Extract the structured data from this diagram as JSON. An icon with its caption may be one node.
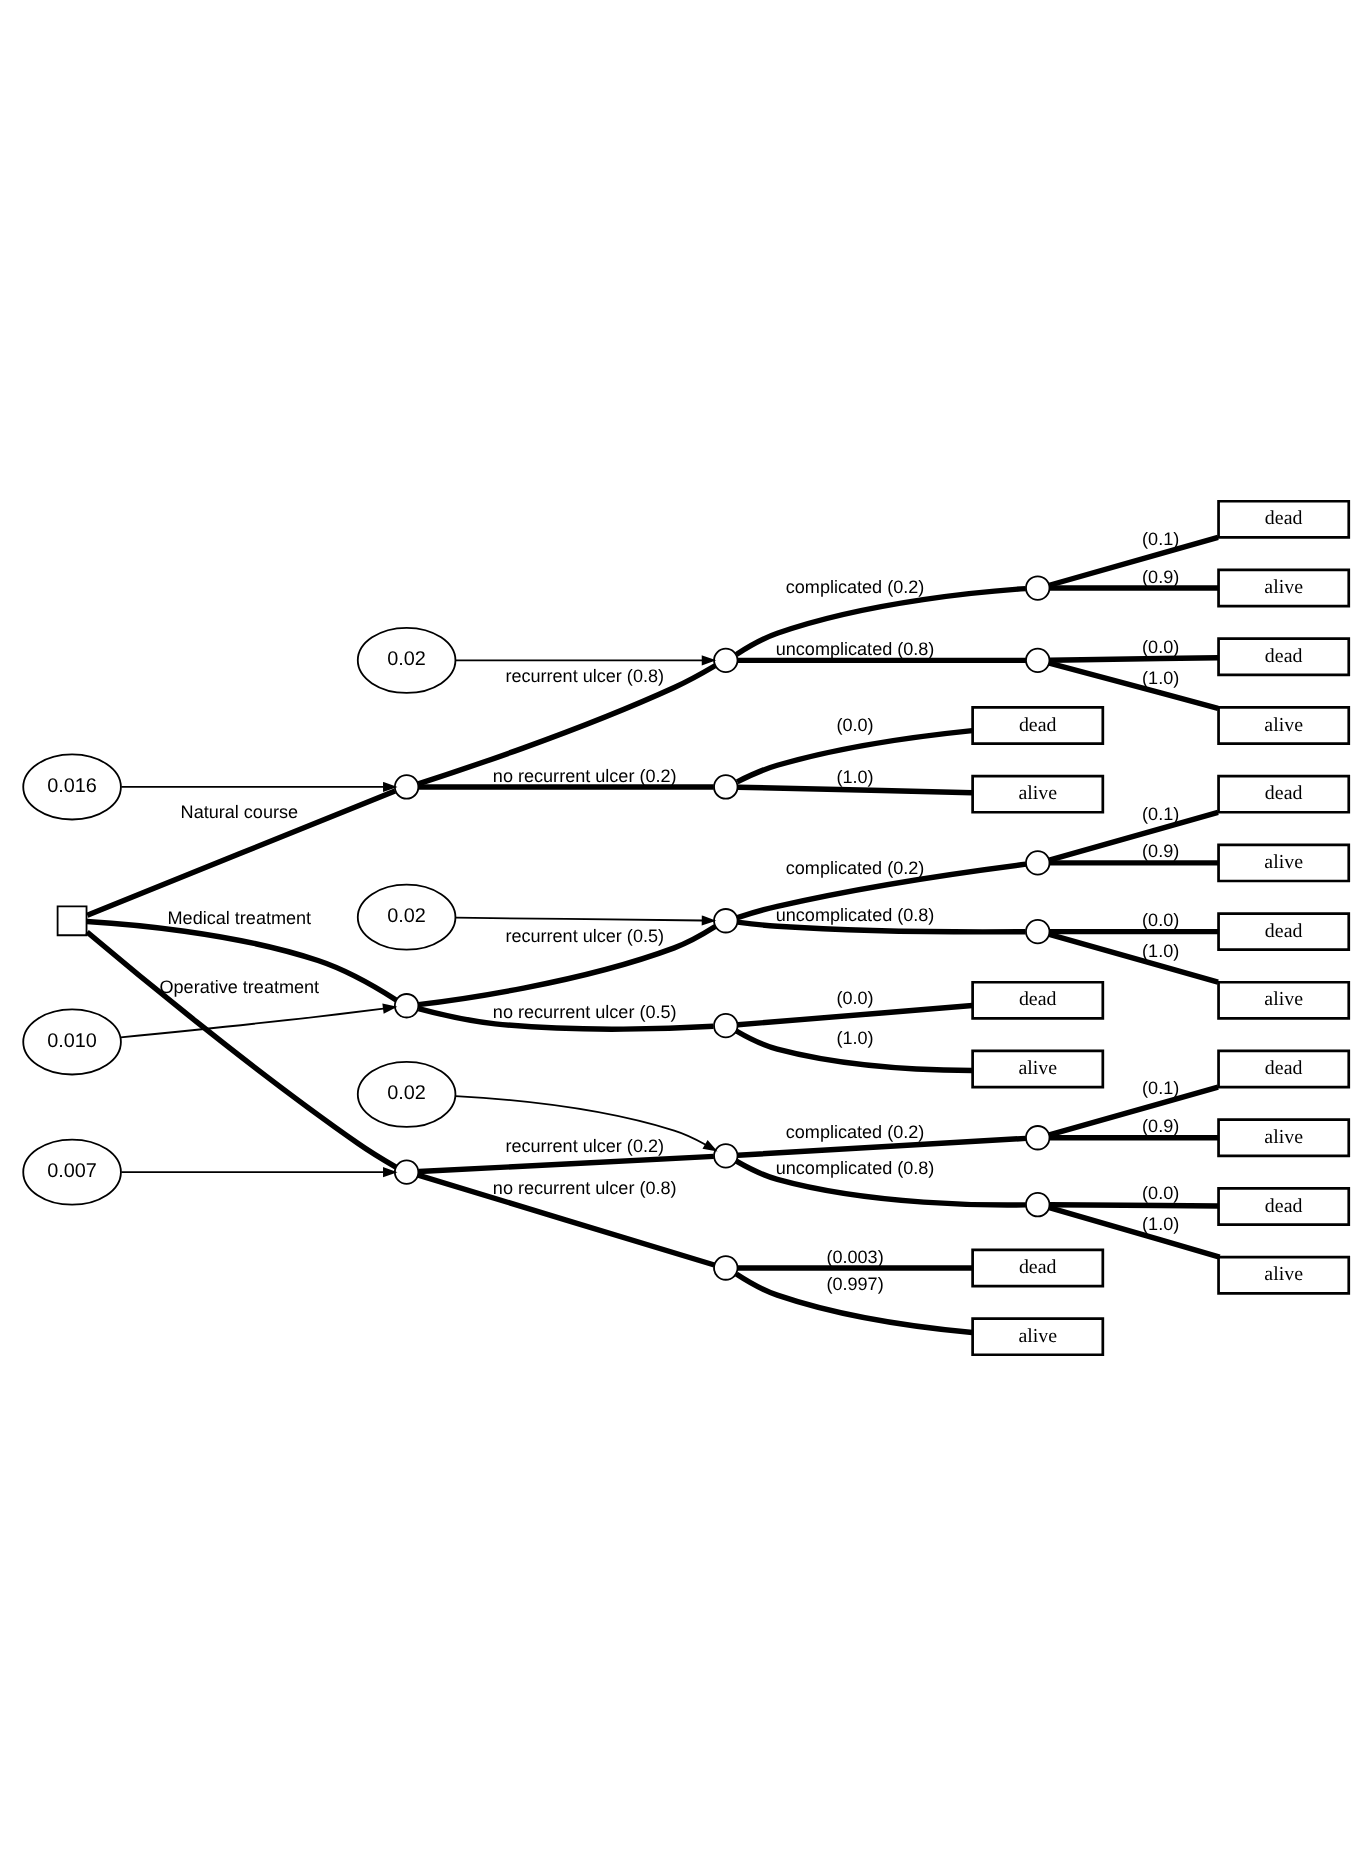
{
  "diagram": {
    "nodes": [
      {
        "text": [],
        "shape": "box"
      },
      {
        "text": [
          "0.016"
        ]
      },
      {
        "text": [],
        "shape": "circle"
      },
      {
        "text": [
          "0.02"
        ]
      },
      {
        "text": [],
        "shape": "circle"
      },
      {
        "text": [],
        "shape": "circle"
      },
      {
        "text": [
          "dead"
        ]
      },
      {
        "text": [
          "alive"
        ]
      },
      {
        "text": [],
        "shape": "circle"
      },
      {
        "text": [
          "dead"
        ]
      },
      {
        "text": [
          "alive"
        ]
      },
      {
        "text": [],
        "shape": "circle"
      },
      {
        "text": [
          "dead"
        ]
      },
      {
        "text": [
          "alive"
        ]
      },
      {
        "text": [
          "0.010"
        ]
      },
      {
        "text": [],
        "shape": "circle"
      },
      {
        "text": [
          "0.02"
        ]
      },
      {
        "text": [],
        "shape": "circle"
      },
      {
        "text": [],
        "shape": "circle"
      },
      {
        "text": [
          "dead"
        ]
      },
      {
        "text": [
          "alive"
        ]
      },
      {
        "text": [],
        "shape": "circle"
      },
      {
        "text": [
          "dead"
        ]
      },
      {
        "text": [
          "alive"
        ]
      },
      {
        "text": [],
        "shape": "circle"
      },
      {
        "text": [
          "dead"
        ]
      },
      {
        "text": [
          "alive"
        ]
      },
      {
        "text": [
          "0.007"
        ]
      },
      {
        "text": [],
        "shape": "circle"
      },
      {
        "text": [
          "0.02"
        ]
      },
      {
        "text": [],
        "shape": "circle"
      },
      {
        "text": [],
        "shape": "circle"
      },
      {
        "text": [
          "dead"
        ]
      },
      {
        "text": [
          "alive"
        ]
      },
      {
        "text": [],
        "shape": "circle"
      },
      {
        "text": [
          "dead"
        ]
      },
      {
        "text": [
          "alive"
        ]
      },
      {
        "text": [],
        "shape": "circle"
      },
      {
        "text": [
          "dead"
        ]
      },
      {
        "text": [
          "alive"
        ]
      }
    ],
    "edges": [
      {
        "from": 0,
        "to": 2,
        "arrow": "none",
        "label": "Natural course"
      },
      {
        "from": 1,
        "to": 2,
        "arrow": "to"
      },
      {
        "from": 2,
        "to": 4,
        "arrow": "none",
        "label": "recurrent ulcer (0.8)"
      },
      {
        "from": 3,
        "to": 4,
        "arrow": "to"
      },
      {
        "from": 4,
        "to": 5,
        "arrow": "none",
        "label": "complicated (0.2)"
      },
      {
        "from": 5,
        "to": 6,
        "arrow": "none",
        "label": "(0.1)"
      },
      {
        "from": 5,
        "to": 7,
        "arrow": "none",
        "label": "(0.9)"
      },
      {
        "from": 4,
        "to": 8,
        "arrow": "none",
        "label": "uncomplicated (0.8)"
      },
      {
        "from": 8,
        "to": 9,
        "arrow": "none",
        "label": "(0.0)"
      },
      {
        "from": 8,
        "to": 10,
        "arrow": "none",
        "label": "(1.0)"
      },
      {
        "from": 2,
        "to": 11,
        "arrow": "none",
        "label": "no recurrent ulcer (0.2)"
      },
      {
        "from": 11,
        "to": 12,
        "arrow": "none",
        "label": "(0.0)"
      },
      {
        "from": 11,
        "to": 13,
        "arrow": "none",
        "label": "(1.0)"
      },
      {
        "from": 0,
        "to": 15,
        "arrow": "none",
        "label": "Medical treatment"
      },
      {
        "from": 14,
        "to": 15,
        "arrow": "to"
      },
      {
        "from": 15,
        "to": 17,
        "arrow": "none",
        "label": "recurrent ulcer (0.5)"
      },
      {
        "from": 16,
        "to": 17,
        "arrow": "to"
      },
      {
        "from": 17,
        "to": 18,
        "arrow": "none",
        "label": "complicated (0.2)"
      },
      {
        "from": 18,
        "to": 19,
        "arrow": "none",
        "label": "(0.1)"
      },
      {
        "from": 18,
        "to": 20,
        "arrow": "none",
        "label": "(0.9)"
      },
      {
        "from": 17,
        "to": 21,
        "arrow": "none",
        "label": "uncomplicated (0.8)"
      },
      {
        "from": 21,
        "to": 22,
        "arrow": "none",
        "label": "(0.0)"
      },
      {
        "from": 21,
        "to": 23,
        "arrow": "none",
        "label": "(1.0)"
      },
      {
        "from": 15,
        "to": 24,
        "arrow": "none",
        "label": "no recurrent ulcer (0.5)"
      },
      {
        "from": 24,
        "to": 25,
        "arrow": "none",
        "label": "(0.0)"
      },
      {
        "from": 24,
        "to": 26,
        "arrow": "none",
        "label": "(1.0)"
      },
      {
        "from": 0,
        "to": 28,
        "arrow": "none",
        "label": "Operative treatment"
      },
      {
        "from": 27,
        "to": 28,
        "arrow": "to"
      },
      {
        "from": 28,
        "to": 30,
        "arrow": "none",
        "label": "recurrent ulcer (0.2)"
      },
      {
        "from": 29,
        "to": 30,
        "arrow": "to"
      },
      {
        "from": 30,
        "to": 31,
        "arrow": "none",
        "label": "complicated (0.2)"
      },
      {
        "from": 31,
        "to": 32,
        "arrow": "none",
        "label": "(0.1)"
      },
      {
        "from": 31,
        "to": 33,
        "arrow": "none",
        "label": "(0.9)"
      },
      {
        "from": 30,
        "to": 34,
        "arrow": "none",
        "label": "uncomplicated (0.8)"
      },
      {
        "from": 34,
        "to": 35,
        "arrow": "none",
        "label": "(0.0)"
      },
      {
        "from": 34,
        "to": 36,
        "arrow": "none",
        "label": "(1.0)"
      },
      {
        "from": 28,
        "to": 37,
        "arrow": "none",
        "label": "no recurrent ulcer (0.8)"
      },
      {
        "from": 37,
        "to": 38,
        "arrow": "none",
        "label": "(0.003)"
      },
      {
        "from": 37,
        "to": 39,
        "arrow": "none",
        "label": "(0.997)"
      }
    ]
  }
}
